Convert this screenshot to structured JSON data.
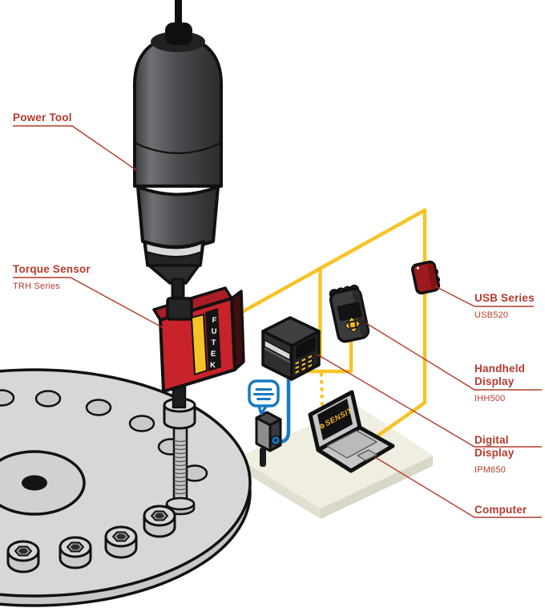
{
  "diagram": {
    "labels": {
      "power_tool": {
        "title": "Power Tool"
      },
      "torque_sensor": {
        "title": "Torque Sensor",
        "subtitle": "TRH Series"
      },
      "usb_series": {
        "title": "USB Series",
        "subtitle": "USB520"
      },
      "handheld_display": {
        "title": "Handheld Display",
        "subtitle": "IHH500"
      },
      "digital_display": {
        "title": "Digital Display",
        "subtitle": "IPM650"
      },
      "computer": {
        "title": "Computer"
      }
    },
    "device_text": {
      "sensor_brand": "FUTEK",
      "laptop_logo_icon": "⚙",
      "laptop_logo_text": "SENSIT"
    },
    "colors": {
      "label_red": "#b43a2c",
      "cable_yellow": "#f6c327",
      "cable_blue": "#1879bf",
      "sensor_red": "#c8232a",
      "dongle_red": "#9c1b20",
      "platform_beige": "#efeee1",
      "metal_gray": "#d6d7d9"
    }
  }
}
